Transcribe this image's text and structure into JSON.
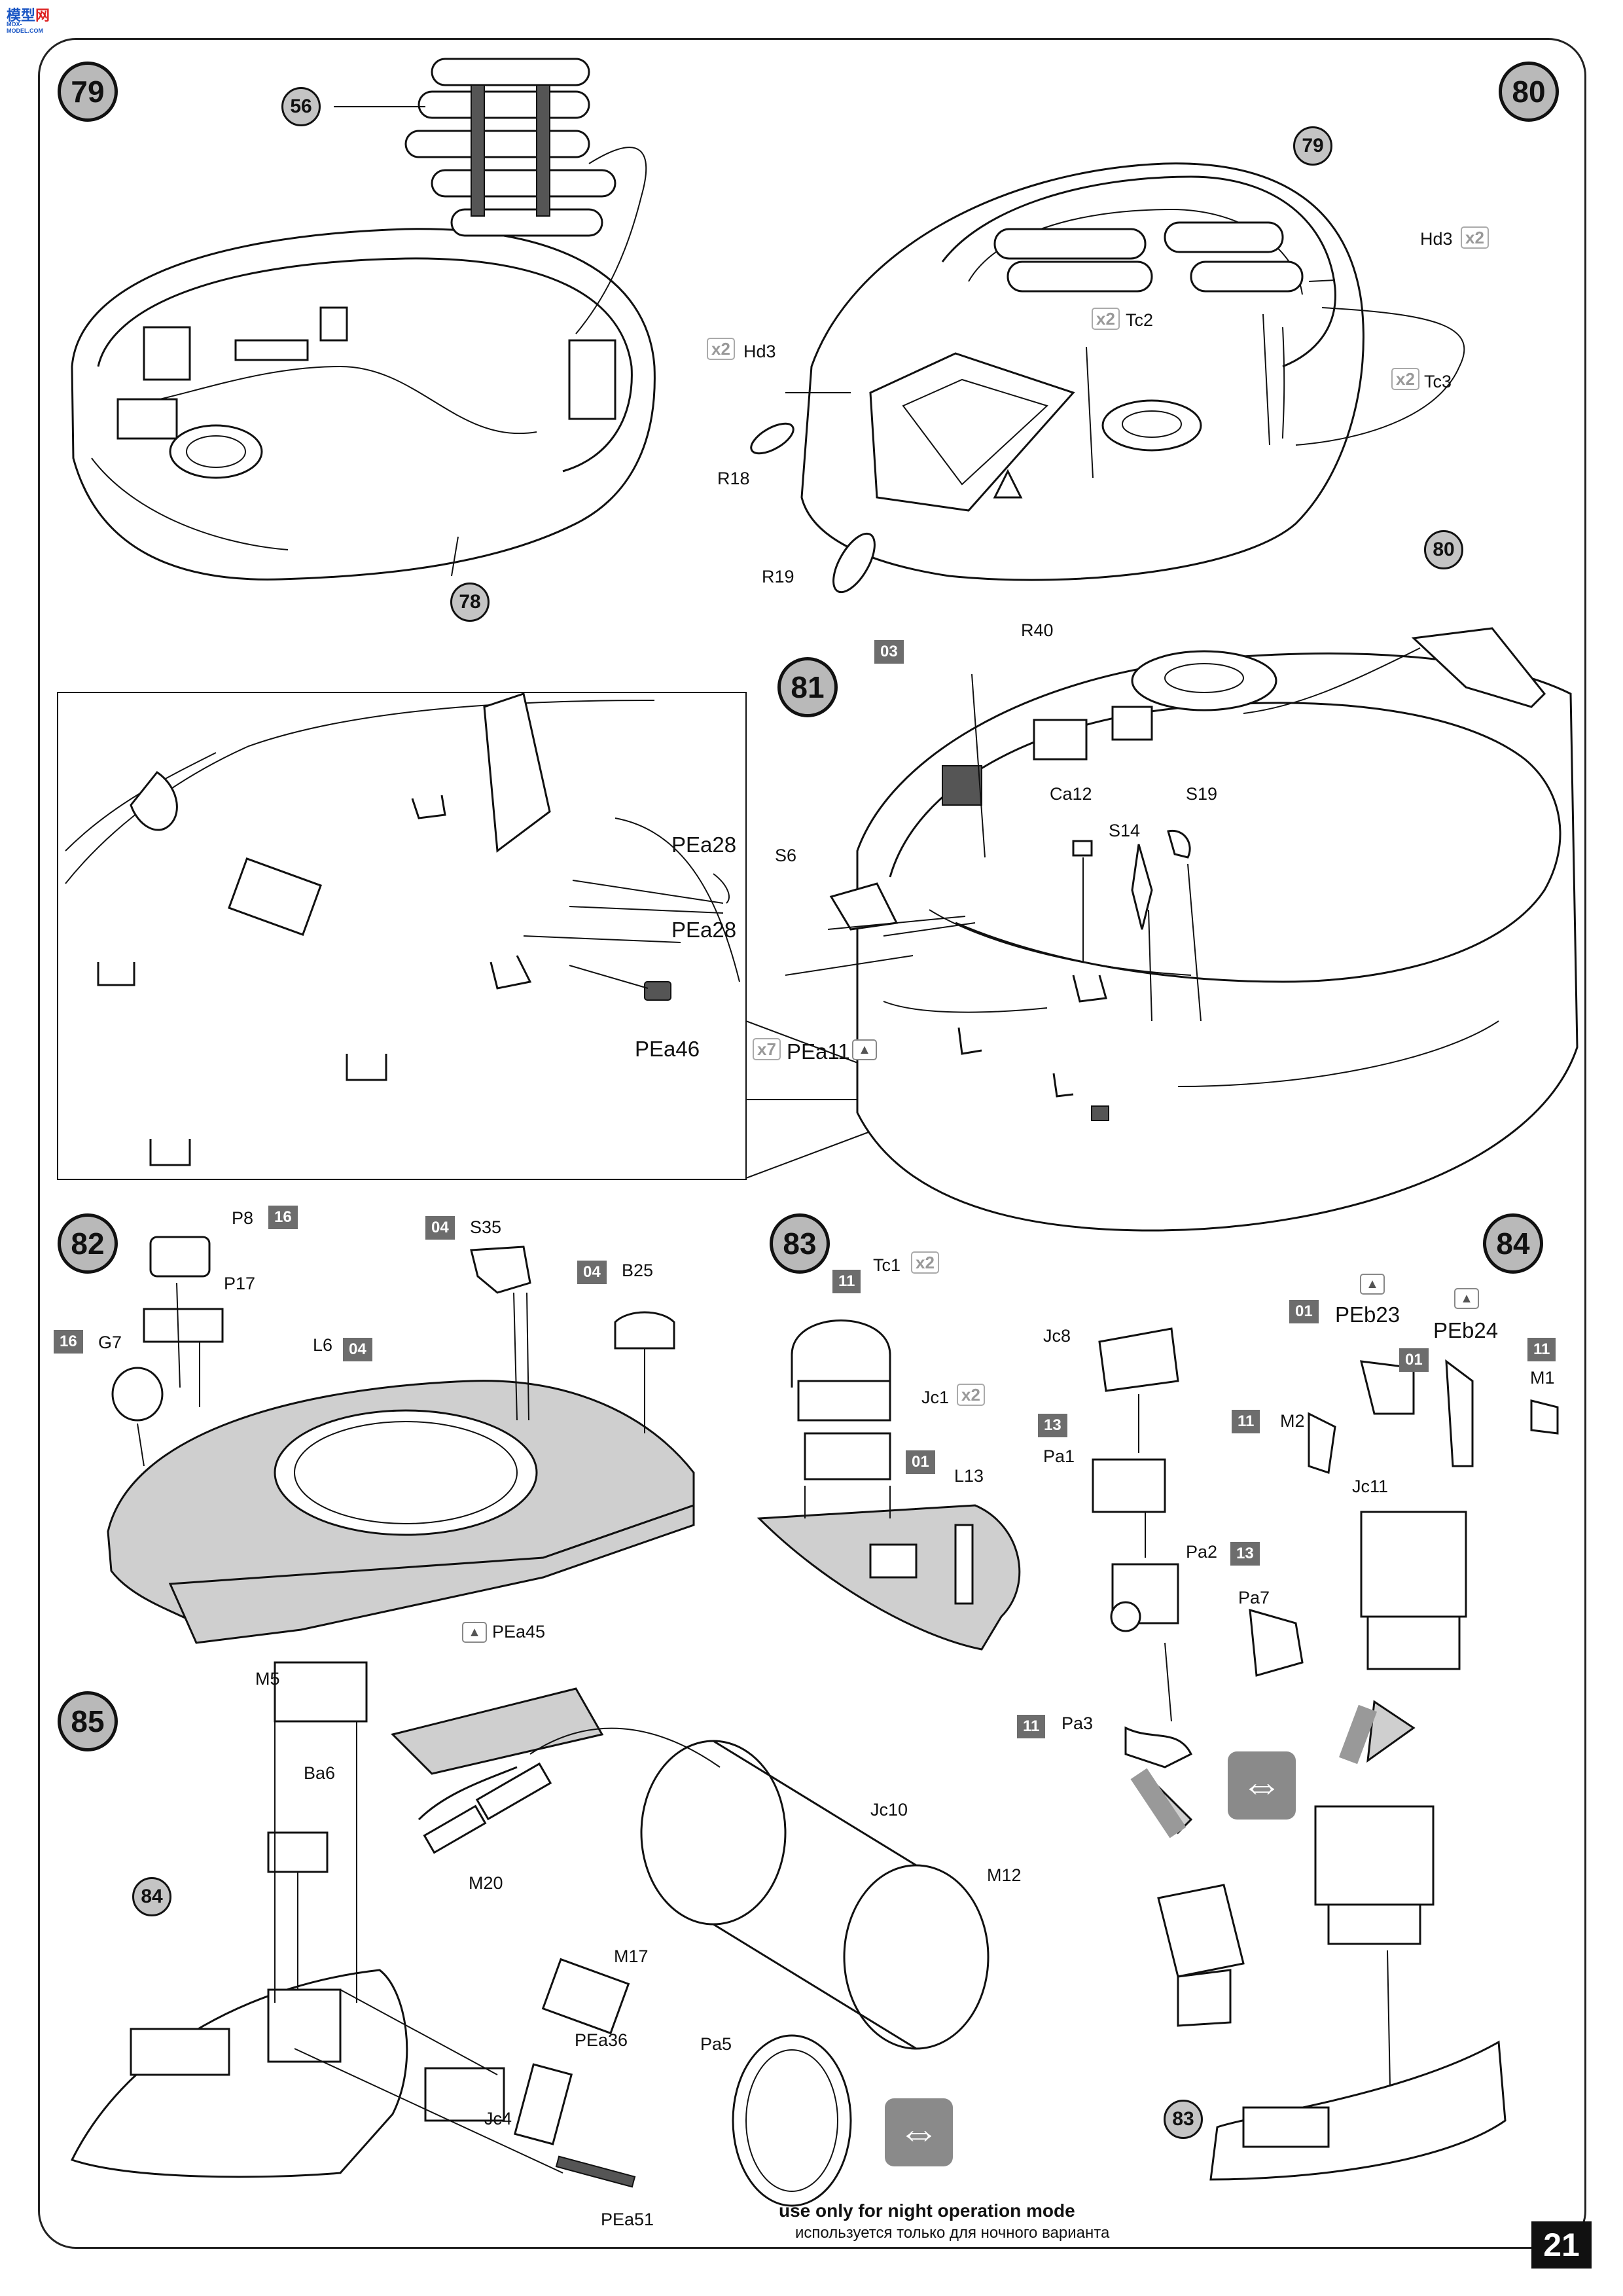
{
  "logo": {
    "brand_a": "模型",
    "brand_b": "网",
    "url": "MOX-MODEL.COM"
  },
  "steps": [
    "79",
    "80",
    "81",
    "82",
    "83",
    "84",
    "85"
  ],
  "refs": {
    "r56": "56",
    "r78": "78",
    "r79": "79",
    "r80": "80",
    "r83": "83",
    "r84": "84"
  },
  "labels": {
    "hd3a": "Hd3",
    "hd3b": "Hd3",
    "tc2": "Tc2",
    "tc3": "Tc3",
    "r18": "R18",
    "r19": "R19",
    "r40": "R40",
    "pea28a": "PEa28",
    "pea28b": "PEa28",
    "pea46": "PEa46",
    "s6": "S6",
    "ca12": "Ca12",
    "s14": "S14",
    "s19": "S19",
    "pea11": "PEa11",
    "p8": "P8",
    "p17": "P17",
    "s35": "S35",
    "b25": "B25",
    "g7": "G7",
    "l6": "L6",
    "tc1": "Tc1",
    "jc1": "Jc1",
    "l13": "L13",
    "jc8": "Jc8",
    "pa1": "Pa1",
    "pa2": "Pa2",
    "pa7": "Pa7",
    "pa3": "Pa3",
    "peb23": "PEb23",
    "peb24": "PEb24",
    "m1": "M1",
    "m2": "M2",
    "jc11": "Jc11",
    "pea45": "PEa45",
    "m5": "M5",
    "ba6": "Ba6",
    "m20": "M20",
    "jc10": "Jc10",
    "m12": "M12",
    "m17": "M17",
    "pea36": "PEa36",
    "jc4": "Jc4",
    "pa5": "Pa5",
    "pea51": "PEa51"
  },
  "sprues": {
    "s03": "03",
    "s16a": "16",
    "s04a": "04",
    "s04b": "04",
    "s16b": "16",
    "s04c": "04",
    "s11a": "11",
    "s01a": "01",
    "s13a": "13",
    "s13b": "13",
    "s11b": "11",
    "s01b": "01",
    "s01c": "01",
    "s11c": "11",
    "s11d": "11"
  },
  "quantities": {
    "hd3b": "x2",
    "hd3a": "x2",
    "tc2": "x2",
    "tc3": "x2",
    "pea11": "x7",
    "tc1": "x2",
    "jc1": "x2"
  },
  "notes": {
    "night_en": "use only for night operation mode",
    "night_ru": "используется только для ночного варианта"
  },
  "page_number": "21"
}
